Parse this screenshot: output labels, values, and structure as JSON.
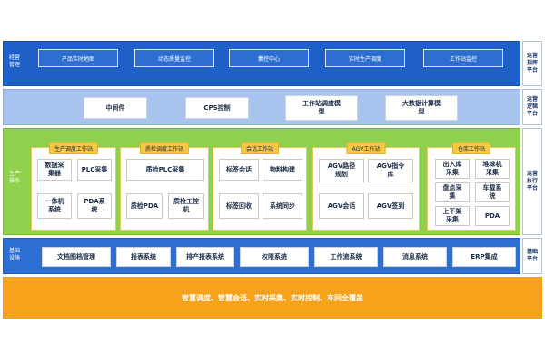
{
  "top_layer": {
    "left_label": "经营\n管理",
    "tabs": [
      "产品实时地图",
      "动态质量监控",
      "集控中心",
      "实时生产调度",
      "工作站监控"
    ],
    "right_label": "运营\n指挥\n平台"
  },
  "mid_layer": {
    "boxes": [
      "中间件",
      "CPS控制",
      "工作站调度模\n型",
      "大数据计算模\n型"
    ],
    "right_label": "运营\n逻辑\n平台"
  },
  "ops_layer": {
    "left_label": "生产\n操作",
    "right_label": "运营\n执行\n平台",
    "stations": [
      {
        "title": "生产调度工作站",
        "cells": [
          "数据采\n集器",
          "PLC采集",
          "一体机\n系统",
          "PDA系\n统"
        ]
      },
      {
        "title": "质检调度工作站",
        "cells": [
          "质检PLC采集",
          "质检PDA",
          "质检工控\n机"
        ]
      },
      {
        "title": "会话工作站",
        "cells": [
          "标签会话",
          "物料构建",
          "标签回收",
          "系统同步"
        ]
      },
      {
        "title": "AGV工作站",
        "cells": [
          "AGV路径\n规划",
          "AGV指令\n库",
          "AGV会话",
          "AGV签到"
        ]
      },
      {
        "title": "仓库工作站",
        "cells": [
          "出入库\n采集",
          "堆垛机\n采集",
          "盘点采\n集",
          "车载系\n统",
          "上下架\n采集",
          "PDA"
        ]
      }
    ]
  },
  "base_layer": {
    "left_label": "基础\n设施",
    "boxes": [
      "文档图档管理",
      "报表系统",
      "排产报表系统",
      "权限系统",
      "工作流系统",
      "消息系统",
      "ERP集成"
    ],
    "right_label": "基础\n平台"
  },
  "footer": {
    "text": "智慧调度、智慧会话、实时采集、实时控制、车间全覆盖"
  },
  "colors": {
    "top": "#1f5fc8",
    "mid": "#a9c3ef",
    "ops": "#8fd14f",
    "base": "#2d6fd3",
    "footer": "#f7a21b"
  }
}
